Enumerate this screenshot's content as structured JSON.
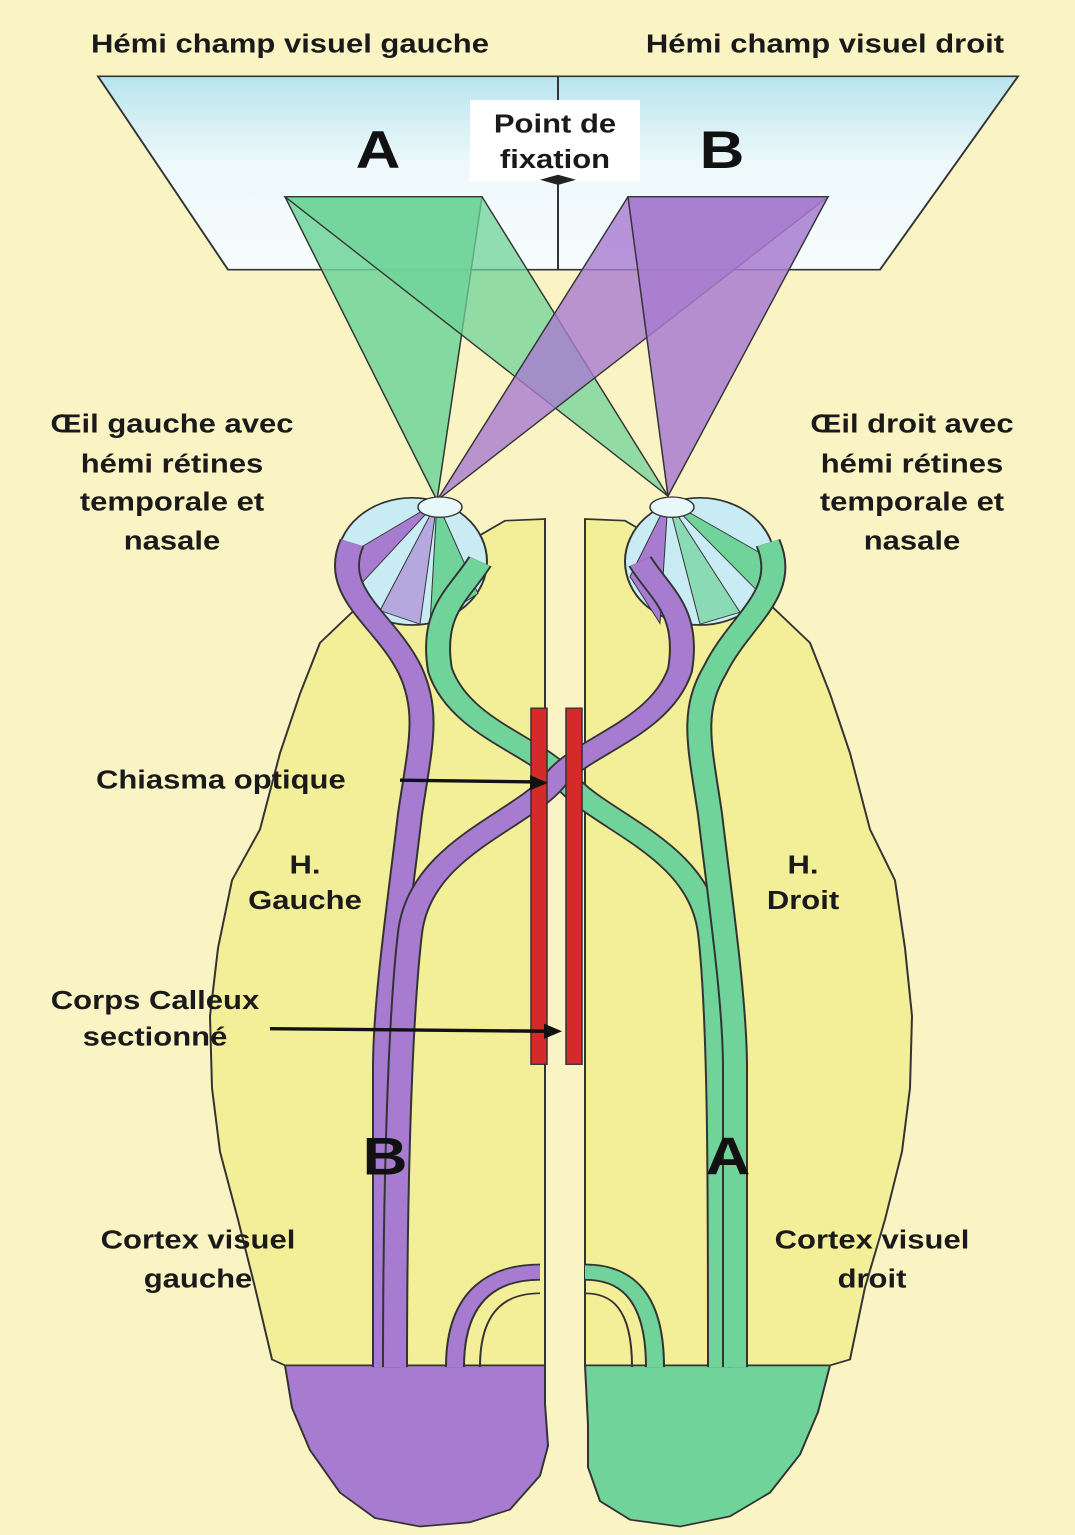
{
  "labels": {
    "left_hemifield": "Hémi champ visuel gauche",
    "right_hemifield": "Hémi champ visuel droit",
    "fixation_line1": "Point de",
    "fixation_line2": "fixation",
    "field_a": "A",
    "field_b": "B",
    "left_eye": [
      "Œil gauche avec",
      "hémi rétines",
      "temporale et",
      "nasale"
    ],
    "right_eye": [
      "Œil droit avec",
      "hémi rétines",
      "temporale et",
      "nasale"
    ],
    "chiasma": "Chiasma optique",
    "corpus_callosum": [
      "Corps Calleux",
      "sectionné"
    ],
    "left_hemisphere": [
      "H.",
      "Gauche"
    ],
    "right_hemisphere": [
      "H.",
      "Droit"
    ],
    "cortex_b": "B",
    "cortex_a": "A",
    "left_cortex": [
      "Cortex visuel",
      "gauche"
    ],
    "right_cortex": [
      "Cortex visuel",
      "droit"
    ]
  },
  "colors": {
    "background": "#faf4c4",
    "hemisphere": "#f5f09a",
    "visual_field_top": "#bfe8f0",
    "visual_field": "#f2fbfc",
    "green_path": "#6fd39a",
    "purple_path": "#a77bd0",
    "overlap": "#b28fae",
    "eye": "#c9ecf4",
    "corpus_callosum_cut": "#d42a2a"
  }
}
